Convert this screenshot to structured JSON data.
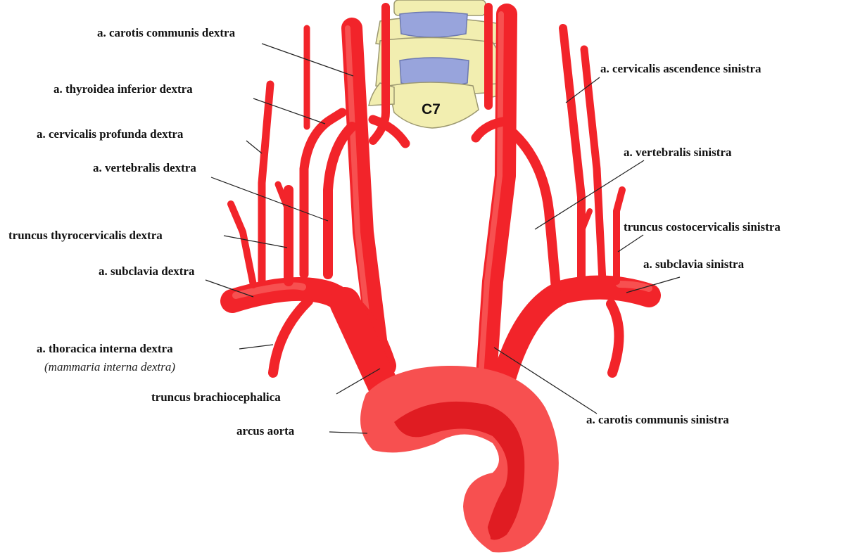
{
  "colors": {
    "artery": "#f2242a",
    "artery_light": "#f75050",
    "artery_dark": "#d9131a",
    "vertebra": "#f2eeb0",
    "vertebra_outline": "#9c9870",
    "disc": "#98a4dc",
    "leader": "#222222",
    "background": "#ffffff"
  },
  "vertebra_label": "C7",
  "labels": {
    "carotis_communis_dextra": "a. carotis communis dextra",
    "thyroidea_inferior_dextra": "a. thyroidea inferior dextra",
    "cervicalis_profunda_dextra": "a. cervicalis profunda dextra",
    "vertebralis_dextra": "a. vertebralis dextra",
    "truncus_thyrocervicalis_dextra": "truncus thyrocervicalis dextra",
    "subclavia_dextra": "a. subclavia dextra",
    "thoracica_interna_dextra": "a. thoracica interna dextra",
    "thoracica_interna_dextra_alt": "(mammaria interna dextra)",
    "truncus_brachiocephalica": "truncus brachiocephalica",
    "arcus_aorta": "arcus aorta",
    "cervicalis_ascendence_sinistra": "a. cervicalis ascendence sinistra",
    "vertebralis_sinistra": "a. vertebralis sinistra",
    "truncus_costocervicalis_sinistra": "truncus costocervicalis sinistra",
    "subclavia_sinistra": "a. subclavia sinistra",
    "carotis_communis_sinistra": "a. carotis communis sinistra"
  }
}
